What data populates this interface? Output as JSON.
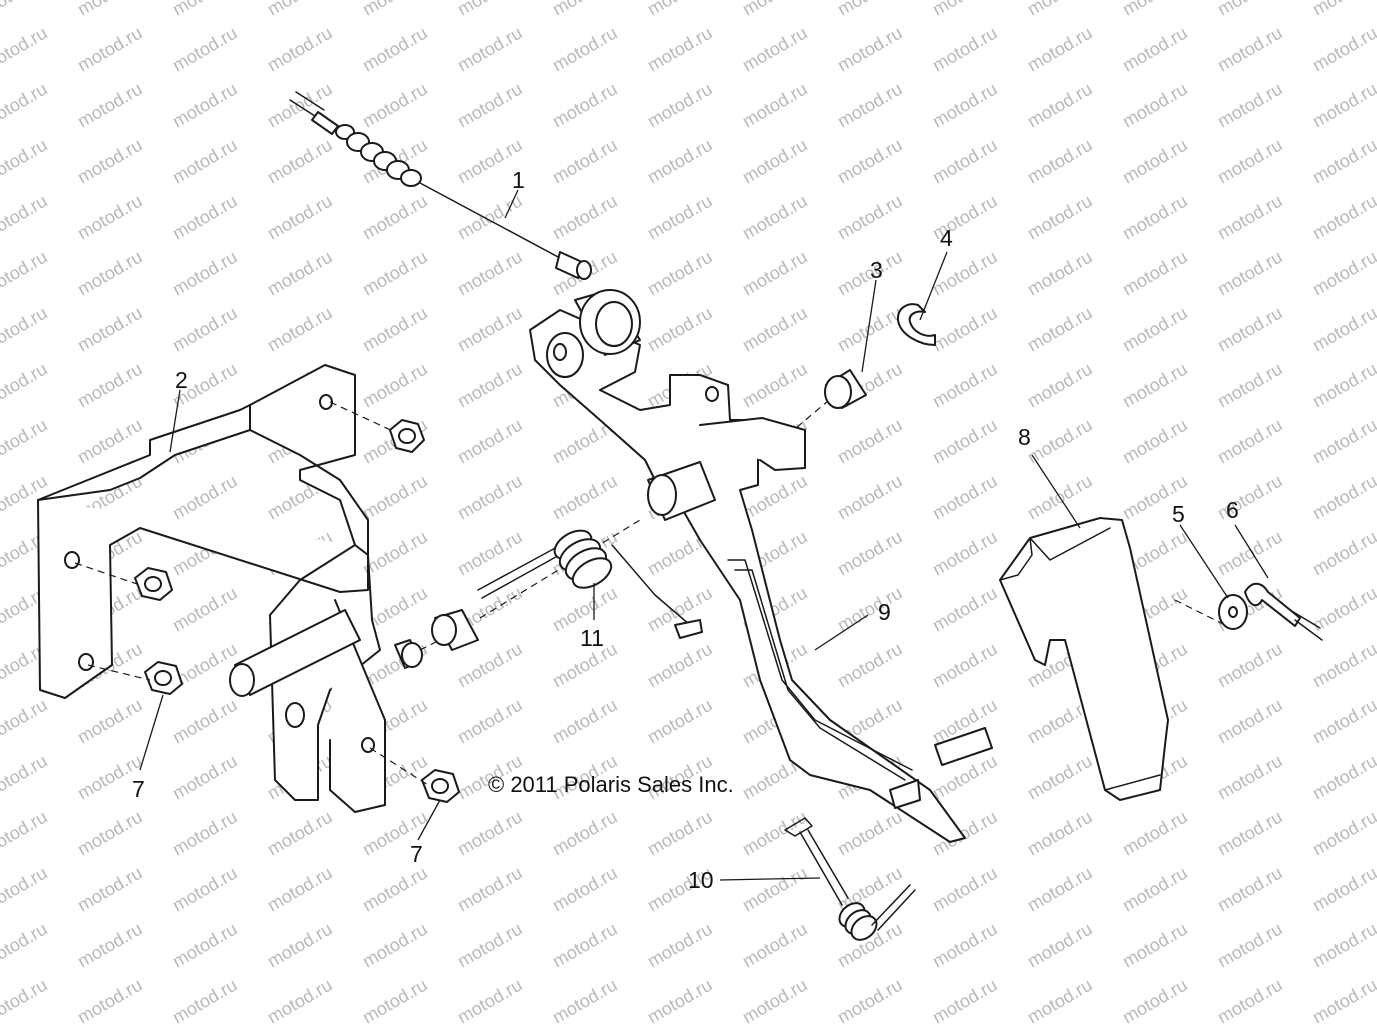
{
  "watermark": {
    "text": "motod.ru",
    "color": "#b9b9b9"
  },
  "copyright": "© 2011 Polaris Sales Inc.",
  "callouts": {
    "c1": "1",
    "c2": "2",
    "c3": "3",
    "c4": "4",
    "c5": "5",
    "c6": "6",
    "c7a": "7",
    "c7b": "7",
    "c8": "8",
    "c9": "9",
    "c10": "10",
    "c11": "11"
  },
  "colors": {
    "line": "#1a1a1a",
    "background": "#ffffff"
  }
}
